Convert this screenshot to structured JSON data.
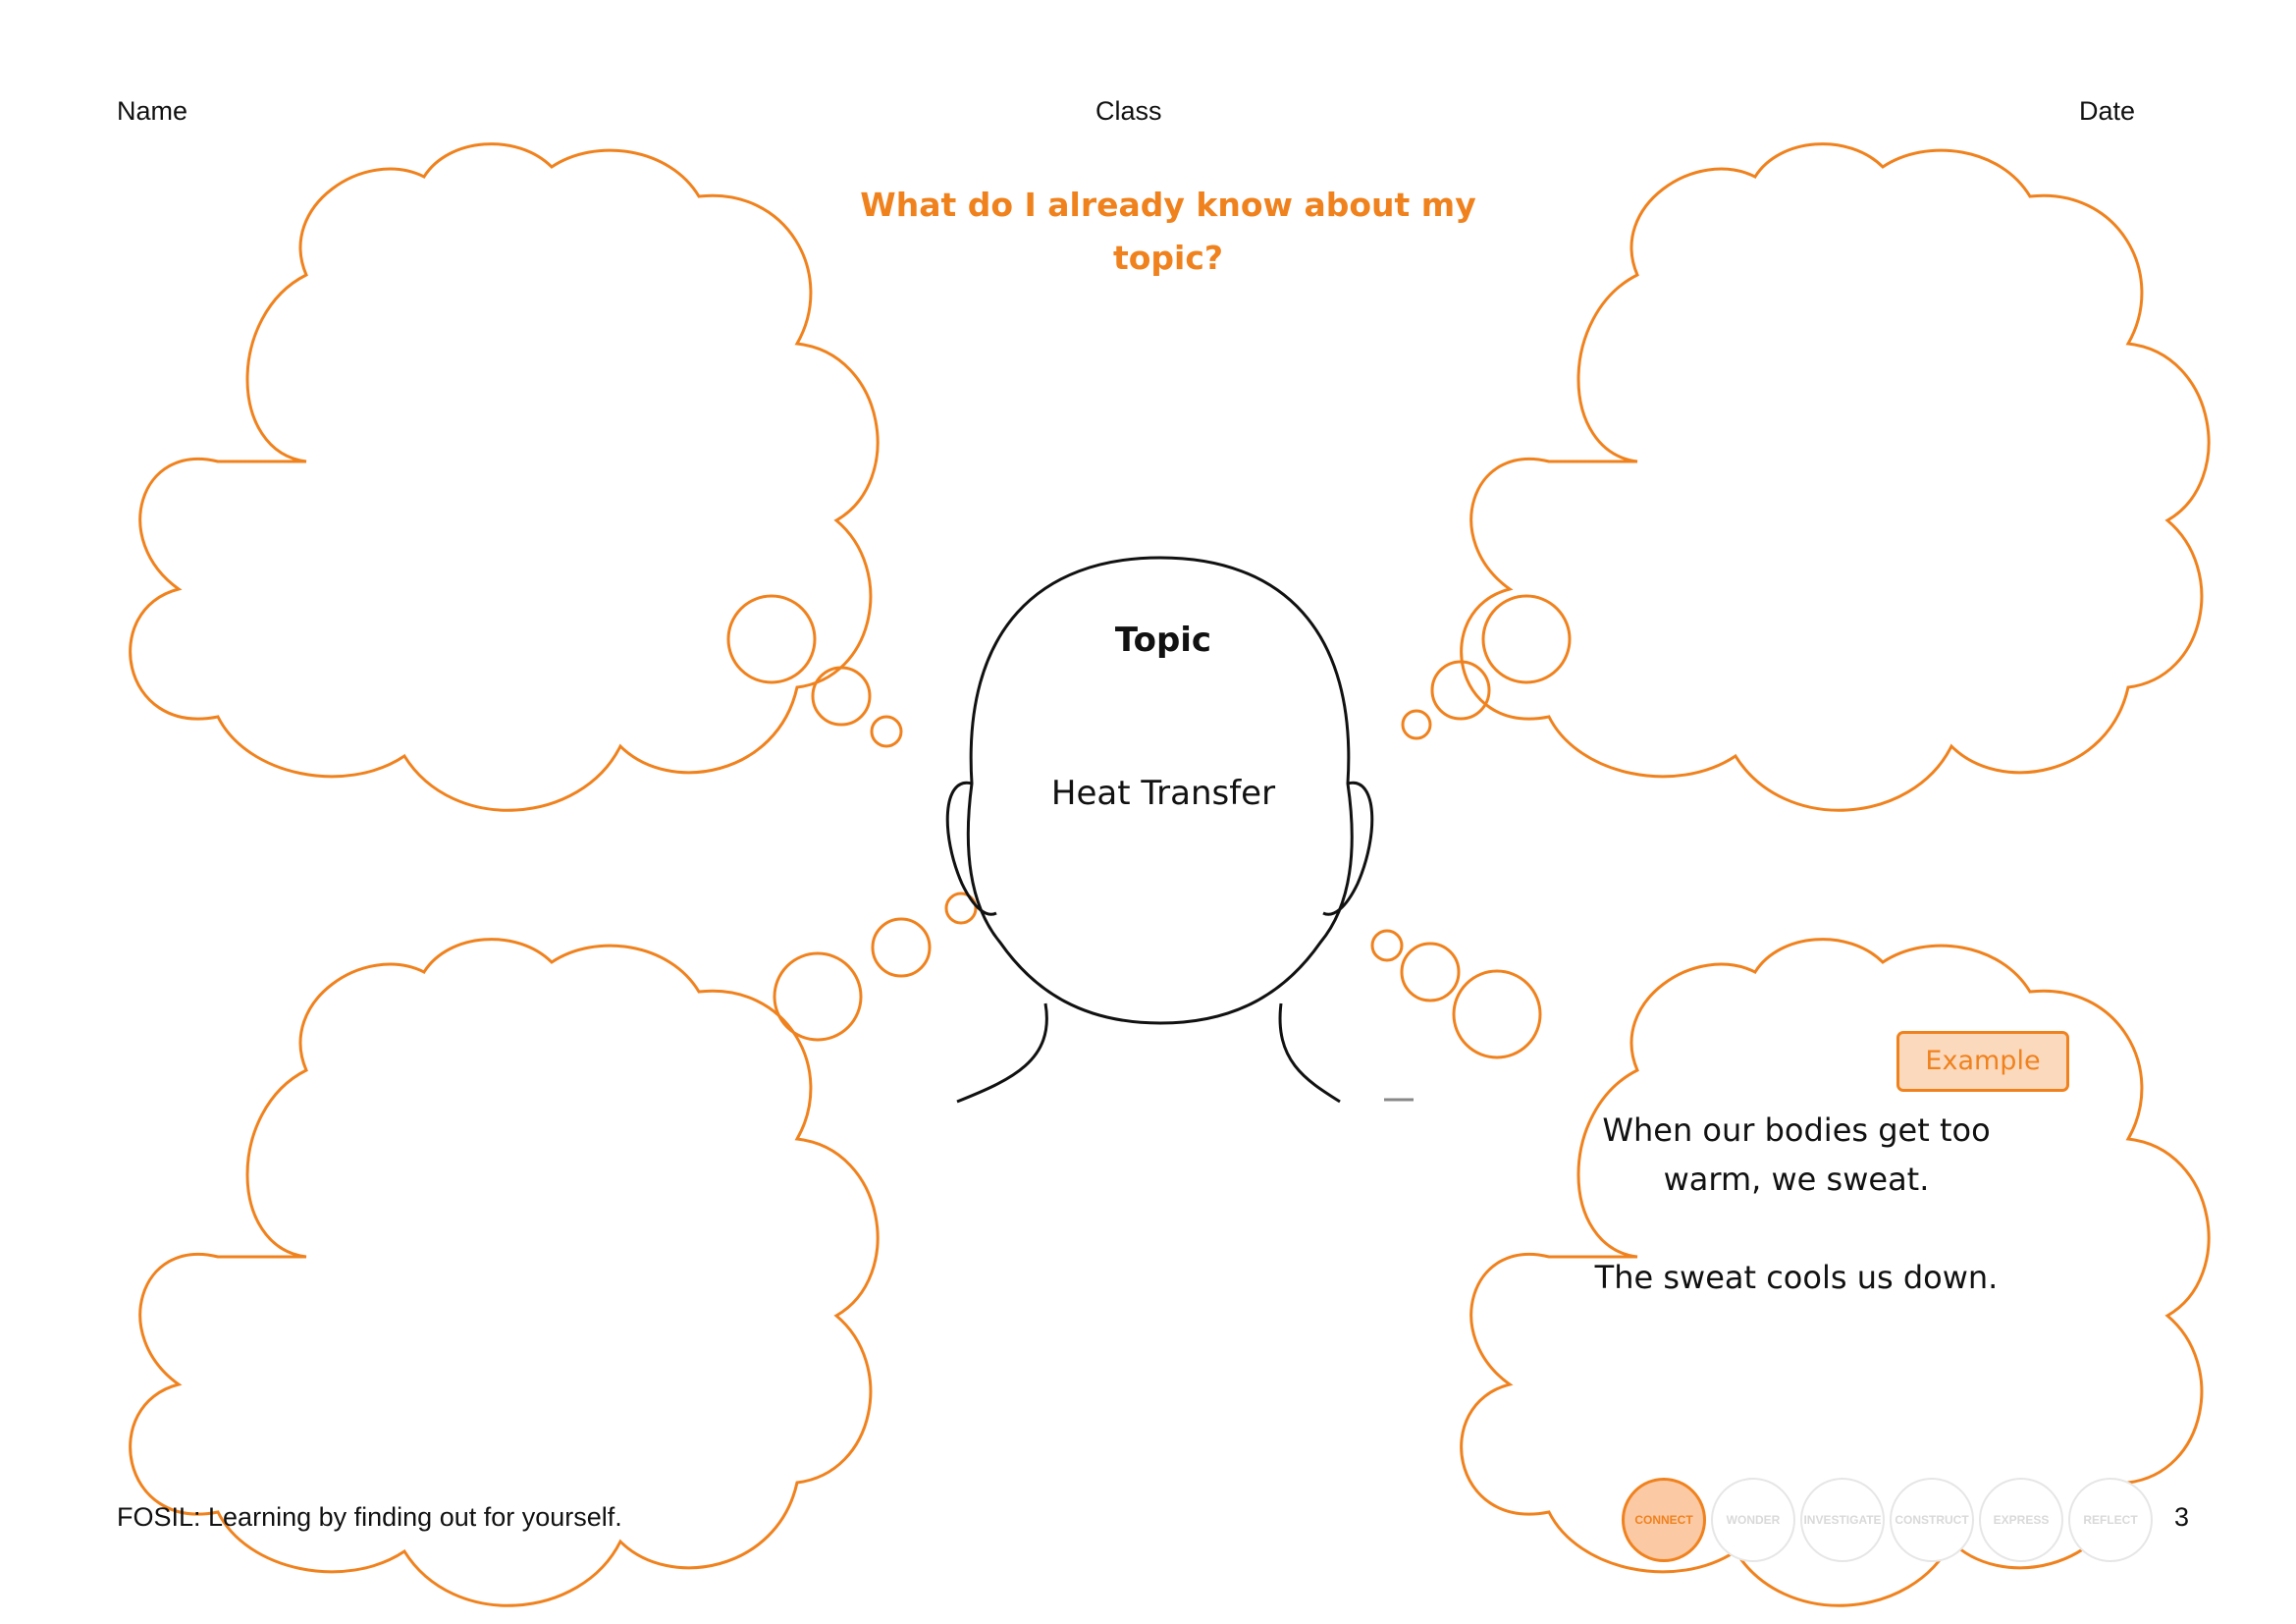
{
  "header": {
    "name_label": "Name",
    "class_label": "Class",
    "date_label": "Date"
  },
  "question": {
    "line1": "What do I already know about my",
    "line2": "topic?"
  },
  "topic": {
    "heading": "Topic",
    "value": "Heat Transfer"
  },
  "example": {
    "badge": "Example",
    "line1": "When our bodies get too",
    "line2": "warm, we sweat.",
    "line3": "The sweat cools us down."
  },
  "footer": {
    "tagline": "FOSIL: Learning by finding out for yourself.",
    "page_number": "3"
  },
  "stages": [
    {
      "label": "CONNECT",
      "active": true
    },
    {
      "label": "WONDER",
      "active": false
    },
    {
      "label": "INVESTIGATE",
      "active": false
    },
    {
      "label": "CONSTRUCT",
      "active": false
    },
    {
      "label": "EXPRESS",
      "active": false
    },
    {
      "label": "REFLECT",
      "active": false
    }
  ],
  "colors": {
    "accent": "#f0821e",
    "accent_light": "#fbd9bd",
    "ink": "#111111"
  }
}
